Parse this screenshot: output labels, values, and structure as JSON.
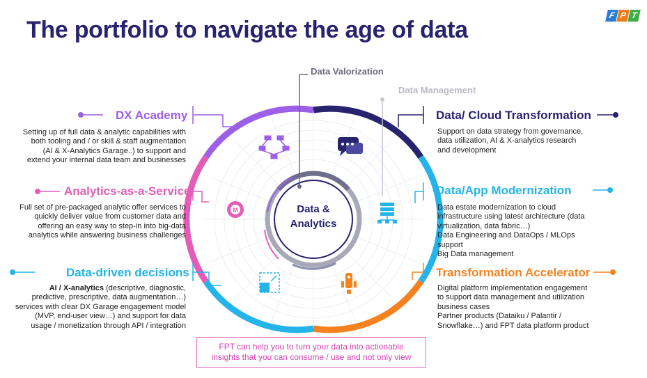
{
  "title": "The portfolio to navigate the age of data",
  "logo": {
    "letters": [
      "F",
      "P",
      "T"
    ],
    "colors": [
      "#2a7dd1",
      "#f07a14",
      "#3fae49"
    ]
  },
  "center": {
    "line1": "Data &",
    "line2": "Analytics"
  },
  "rings": {
    "outer": "Data Valorization",
    "inner": "Data Management"
  },
  "left": [
    {
      "title": "DX Academy",
      "color": "#9c5fe8",
      "icon": "workflow-icon",
      "desc": [
        "Setting up of full data & analytic capabilities with",
        "both tooling and / or skill & staff augmentation",
        "(AI & X-Analytics Garage..) to support and",
        "extend your internal data team and businesses"
      ]
    },
    {
      "title": "Analytics-as-a-Service",
      "color": "#e45cb7",
      "icon": "gear-icon",
      "desc": [
        "Full set of pre-packaged analytic offer services to",
        "quickly deliver value from customer data and",
        "offering an easy way to step-in into big-data",
        "analytics while answering business challenges"
      ]
    },
    {
      "title": "Data-driven decisions",
      "color": "#24b4ea",
      "icon": "resize-icon",
      "desc_bold": "AI / X-analytics",
      "desc_first": " (descriptive, diagnostic,",
      "desc": [
        "predictive, prescriptive, data augmentation…)",
        "services with clear DX Garage engagement model",
        "(MVP, end-user view…) and support for data",
        "usage / monetization through API / integration"
      ]
    }
  ],
  "right": [
    {
      "title": "Data/ Cloud Transformation",
      "color": "#27236e",
      "icon": "chat-icon",
      "desc": [
        "Support on data strategy from governance,",
        "data utilization, AI & X-analytics research",
        "and development"
      ]
    },
    {
      "title": "Data/App Modernization",
      "color": "#24b4ea",
      "icon": "server-icon",
      "desc": [
        "Data estate modernization to cloud",
        "infrastructure using latest architecture (data",
        "virtualization, data fabric…)",
        "Data Engineering and DataOps / MLOps",
        "support",
        "Big Data management"
      ]
    },
    {
      "title": "Transformation Accelerator",
      "color": "#f5821f",
      "icon": "rocket-icon",
      "desc": [
        "Digital platform implementation engagement",
        "to support data management and utilization",
        "business cases",
        "Partner products (Dataiku / Palantir /",
        "Snowflake…) and FPT data platform product"
      ]
    }
  ],
  "footer": {
    "line1": "FPT can help you to turn your data into actionable",
    "line2": "insights that you can consume / use and not only view"
  }
}
